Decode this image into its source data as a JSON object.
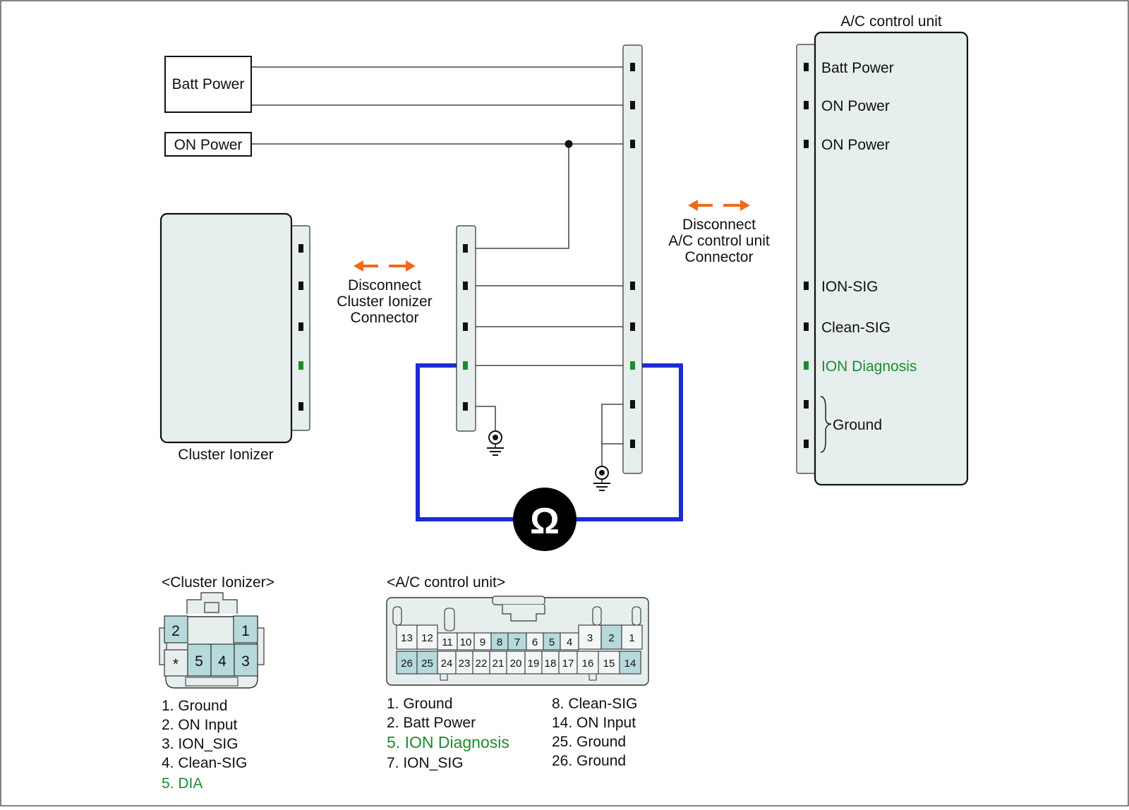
{
  "colors": {
    "panel_fill": "#e6eeee",
    "highlight_fill": "#b6d9dc",
    "pin_black": "#111111",
    "pin_green": "#1e8a2e",
    "meter_wire": "#1f2bd6",
    "arrow": "#ef6a1c",
    "diag_text": "#1e8a2e"
  },
  "source_boxes": {
    "batt_power": "Batt Power",
    "on_power": "ON Power"
  },
  "cluster_ionizer": {
    "caption": "Cluster Ionizer",
    "pin_colors": [
      "black",
      "black",
      "black",
      "green",
      "black"
    ]
  },
  "disconnect_labels": {
    "cluster": [
      "Disconnect",
      "Cluster Ionizer",
      "Connector"
    ],
    "acu": [
      "Disconnect",
      "A/C control unit",
      "Connector"
    ]
  },
  "acu": {
    "title": "A/C control unit",
    "pins": [
      "Batt Power",
      "ON Power",
      "ON Power",
      "ION-SIG",
      "Clean-SIG",
      "ION Diagnosis"
    ],
    "ground_label": "Ground"
  },
  "meter": {
    "symbol": "Ω",
    "icon": "ohmmeter-icon"
  },
  "ground_icon": "ground-icon",
  "cluster_connector": {
    "title": "<Cluster Ionizer>",
    "top_row": [
      "2",
      "1"
    ],
    "bottom_row": [
      "*",
      "5",
      "4",
      "3"
    ],
    "legend": [
      {
        "text": "1. Ground",
        "highlight": false
      },
      {
        "text": "2. ON Input",
        "highlight": false
      },
      {
        "text": "3. ION_SIG",
        "highlight": false
      },
      {
        "text": "4. Clean-SIG",
        "highlight": false
      },
      {
        "text": "5. DIA",
        "highlight": true
      }
    ]
  },
  "acu_connector": {
    "title": "<A/C control unit>",
    "top_row": [
      "13",
      "12",
      "11",
      "10",
      "9",
      "8",
      "7",
      "6",
      "5",
      "4",
      "3",
      "2",
      "1"
    ],
    "bottom_row": [
      "26",
      "25",
      "24",
      "23",
      "22",
      "21",
      "20",
      "19",
      "18",
      "17",
      "16",
      "15",
      "14"
    ],
    "highlighted_pins": [
      "26",
      "25",
      "8",
      "7",
      "5",
      "2",
      "14"
    ],
    "legend_left": [
      {
        "text": "1. Ground",
        "highlight": false
      },
      {
        "text": "2. Batt Power",
        "highlight": false
      },
      {
        "text": "5. ION Diagnosis",
        "highlight": true
      },
      {
        "text": "7. ION_SIG",
        "highlight": false
      }
    ],
    "legend_right": [
      {
        "text": "8. Clean-SIG",
        "highlight": false
      },
      {
        "text": "14. ON Input",
        "highlight": false
      },
      {
        "text": "25. Ground",
        "highlight": false
      },
      {
        "text": "26. Ground",
        "highlight": false
      }
    ]
  }
}
